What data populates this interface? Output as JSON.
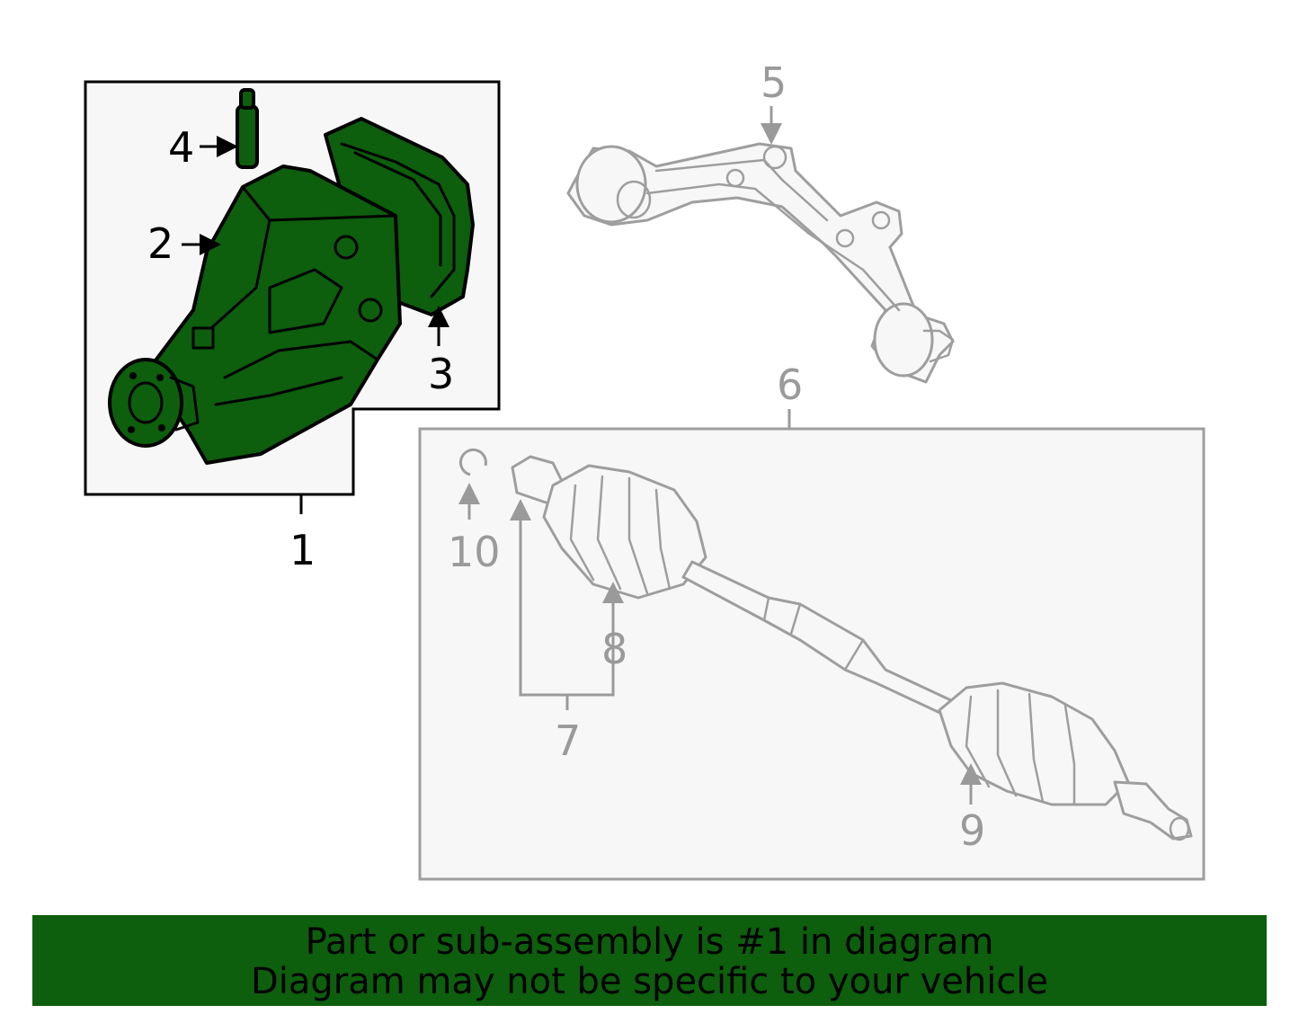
{
  "colors": {
    "highlight": "#0d5e0d",
    "muted": "#9a9a9a",
    "box_fill": "#f7f7f7"
  },
  "callouts": {
    "c1": "1",
    "c2": "2",
    "c3": "3",
    "c4": "4",
    "c5": "5",
    "c6": "6",
    "c7": "7",
    "c8": "8",
    "c9": "9",
    "c10": "10"
  },
  "banner": {
    "line1": "Part or sub-assembly is #1 in diagram",
    "line2": "Diagram may not be specific to your vehicle"
  }
}
